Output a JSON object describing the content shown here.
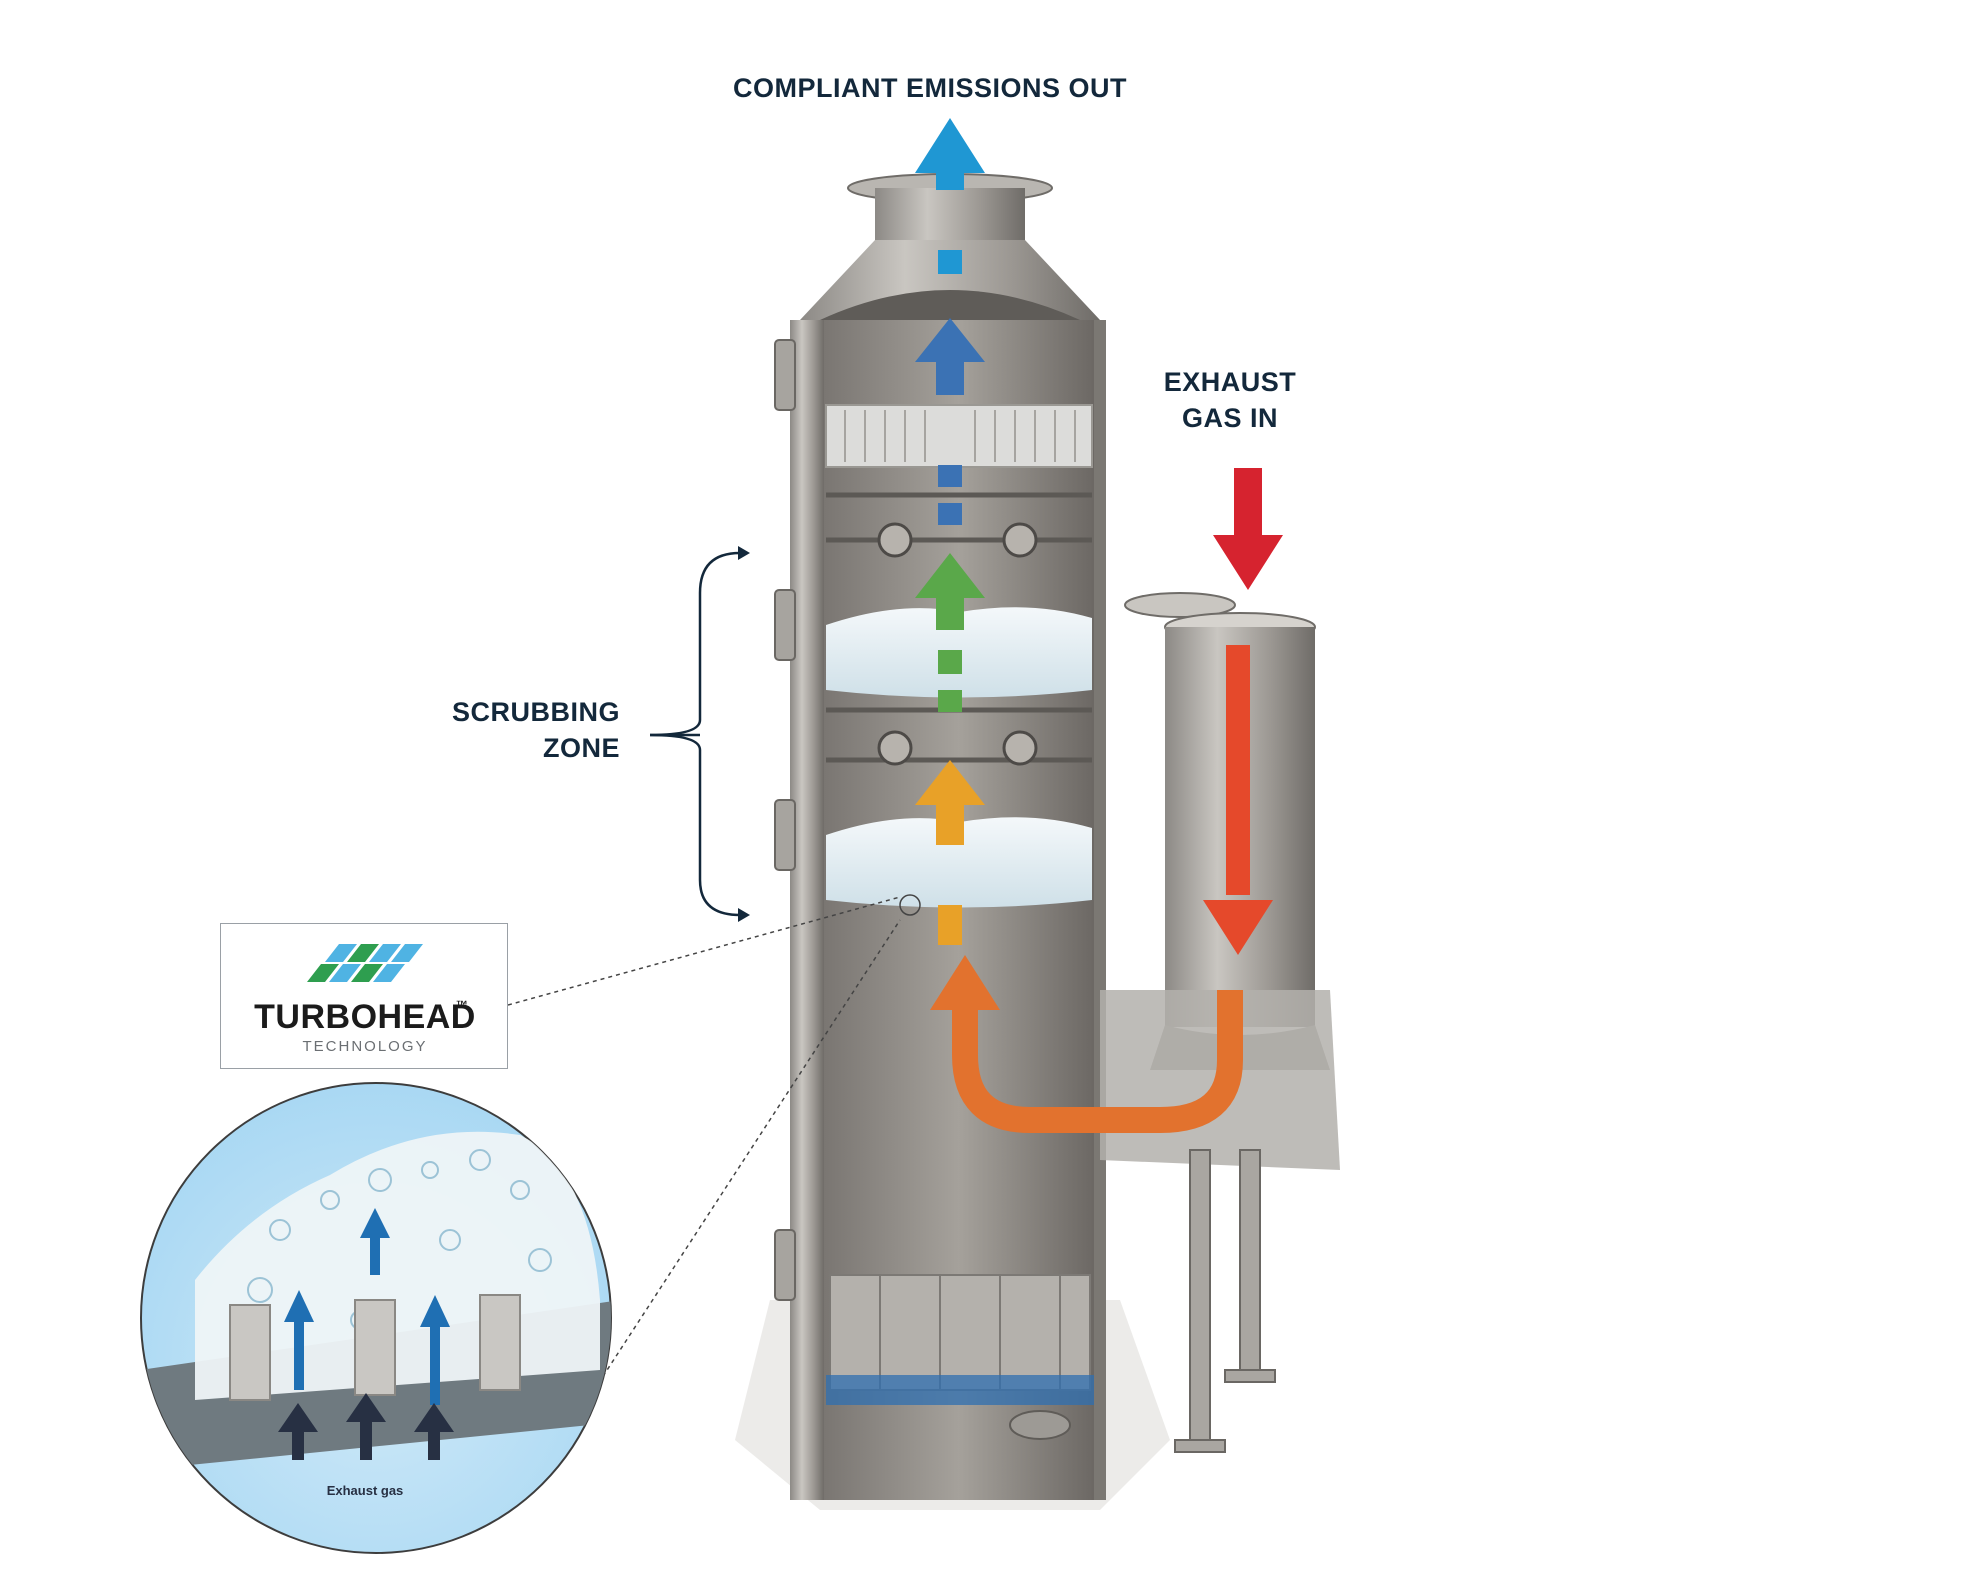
{
  "labels": {
    "outlet": "COMPLIANT EMISSIONS OUT",
    "inlet": [
      "EXHAUST",
      "GAS IN"
    ],
    "zone": [
      "SCRUBBING",
      "ZONE"
    ]
  },
  "logo": {
    "name": "TURBOHEAD",
    "trademark": "™",
    "tagline": "TECHNOLOGY"
  },
  "inset": {
    "caption": "Exhaust gas"
  },
  "colors": {
    "outlet_arrow": "#1f97d3",
    "upper_arrow": "#3b72b4",
    "scrubbing_arrow_1": "#5aa84a",
    "scrubbing_arrow_2": "#e8a128",
    "turn_arrow": "#e2722e",
    "inlet_arrow": "#d6232f",
    "quencher_arrow": "#e5492b",
    "label_text": "#13283b",
    "logo_green": "#2e9e4f",
    "logo_blue": "#4fb3e3"
  }
}
